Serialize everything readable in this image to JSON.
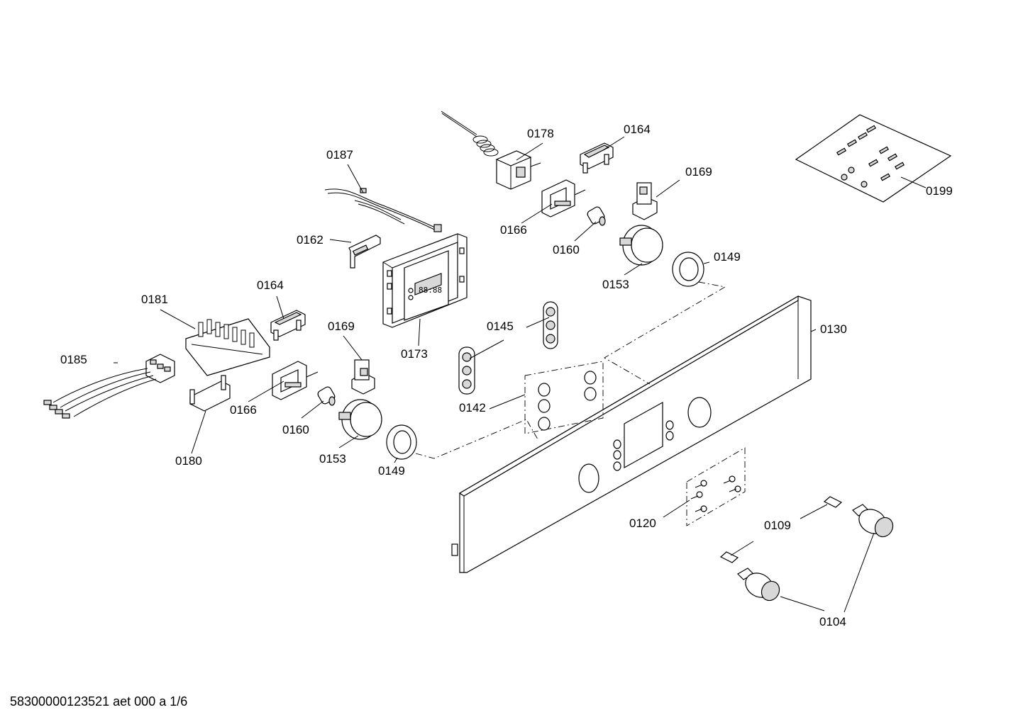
{
  "diagram": {
    "labels": {
      "l0178": "0178",
      "l0164a": "0164",
      "l0169a": "0169",
      "l0199": "0199",
      "l0187": "0187",
      "l0166a": "0166",
      "l0160a": "0160",
      "l0162": "0162",
      "l0149a": "0149",
      "l0153a": "0153",
      "l0181": "0181",
      "l0164b": "0164",
      "l0130": "0130",
      "l0145": "0145",
      "l0169b": "0169",
      "l0173": "0173",
      "l0185": "0185",
      "l0166b": "0166",
      "l0142": "0142",
      "l0160b": "0160",
      "l0153b": "0153",
      "l0180": "0180",
      "l0149b": "0149",
      "l0120": "0120",
      "l0109": "0109",
      "l0104": "0104"
    },
    "display_digits": "88:88"
  },
  "footer": {
    "doc_id": "58300000123521 aet 000 a 1/6"
  }
}
